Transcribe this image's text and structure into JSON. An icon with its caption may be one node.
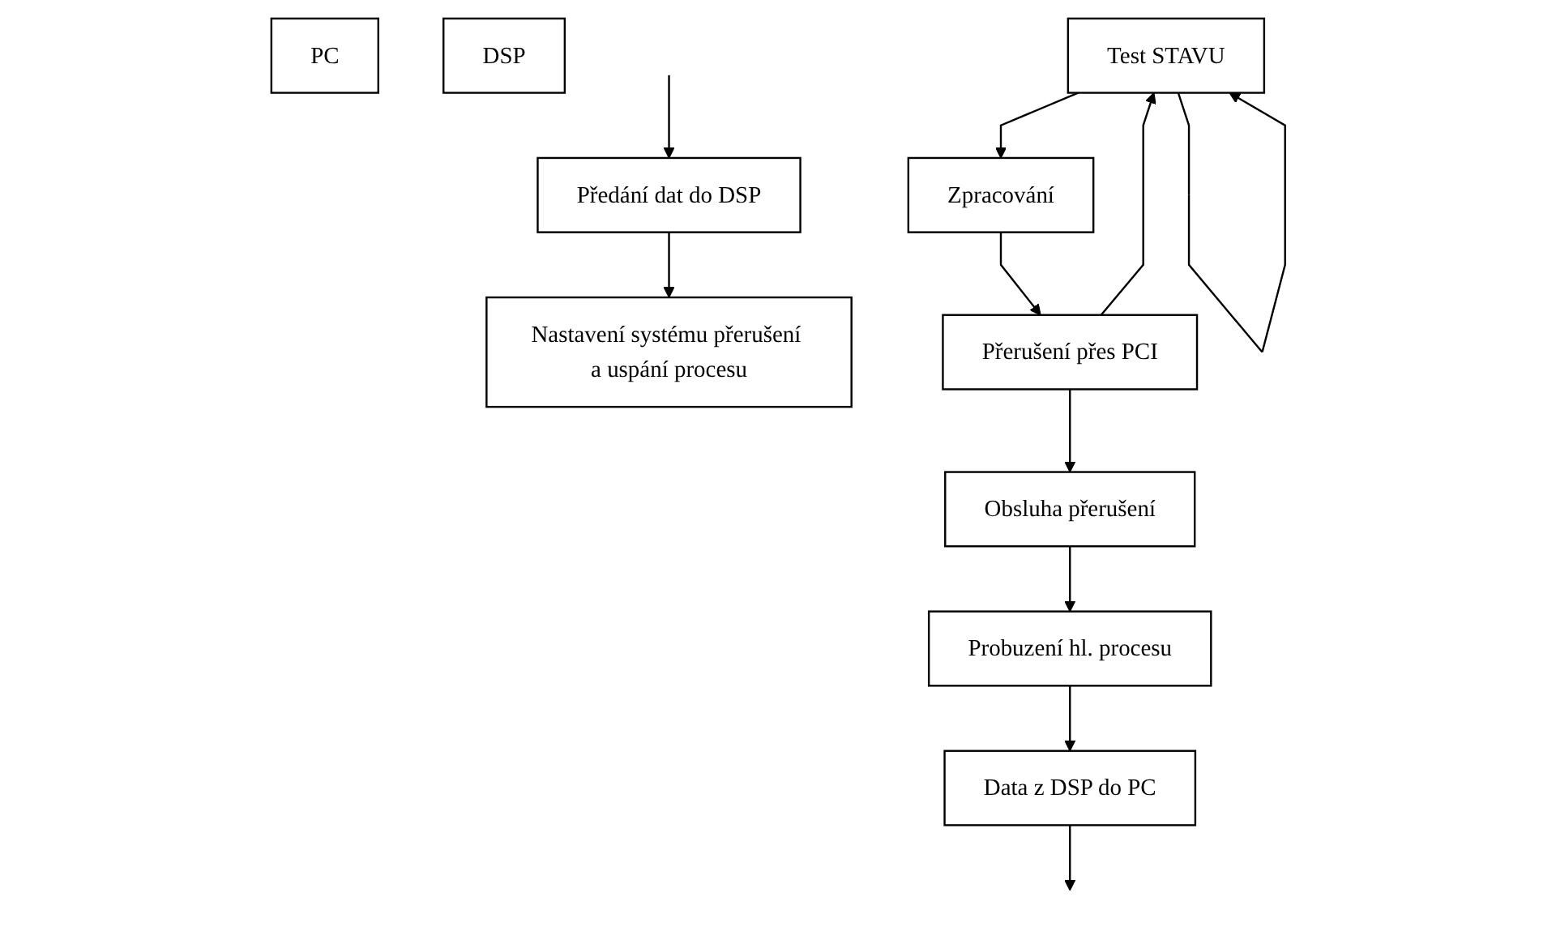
{
  "diagram": {
    "nodes": [
      {
        "text": [
          "Předání dat do DSP"
        ]
      },
      {
        "text": [
          "Nastavení systému přerušení a uspání procesu"
        ]
      },
      {
        "text": [
          "PC"
        ]
      },
      {
        "text": [
          "DSP"
        ]
      },
      {
        "text": [
          "Obsluha přerušení"
        ]
      },
      {
        "text": [
          "Probuzení hl. procesu"
        ]
      },
      {
        "text": [
          "Test STAVU"
        ]
      },
      {
        "text": [
          "Zpracování"
        ]
      },
      {
        "text": [
          "Data z DSP do PC"
        ]
      },
      {
        "text": [
          "Přerušení přes PCI"
        ]
      }
    ],
    "edges": [
      {
        "from": null,
        "to": 0,
        "arrow": "to"
      },
      {
        "from": 0,
        "to": 1,
        "arrow": "to"
      },
      {
        "from": 4,
        "to": 5,
        "arrow": "to"
      },
      {
        "from": 9,
        "to": 4,
        "arrow": "to"
      },
      {
        "from": 5,
        "to": 8,
        "arrow": "to"
      },
      {
        "from": 8,
        "to": null,
        "arrow": "to"
      },
      {
        "from": 6,
        "to": 7,
        "arrow": "to"
      },
      {
        "from": 7,
        "to": 9,
        "arrow": "to"
      },
      {
        "from": 9,
        "to": 6,
        "arrow": "to"
      },
      {
        "from": 6,
        "to": 6,
        "arrow": "to"
      }
    ]
  }
}
